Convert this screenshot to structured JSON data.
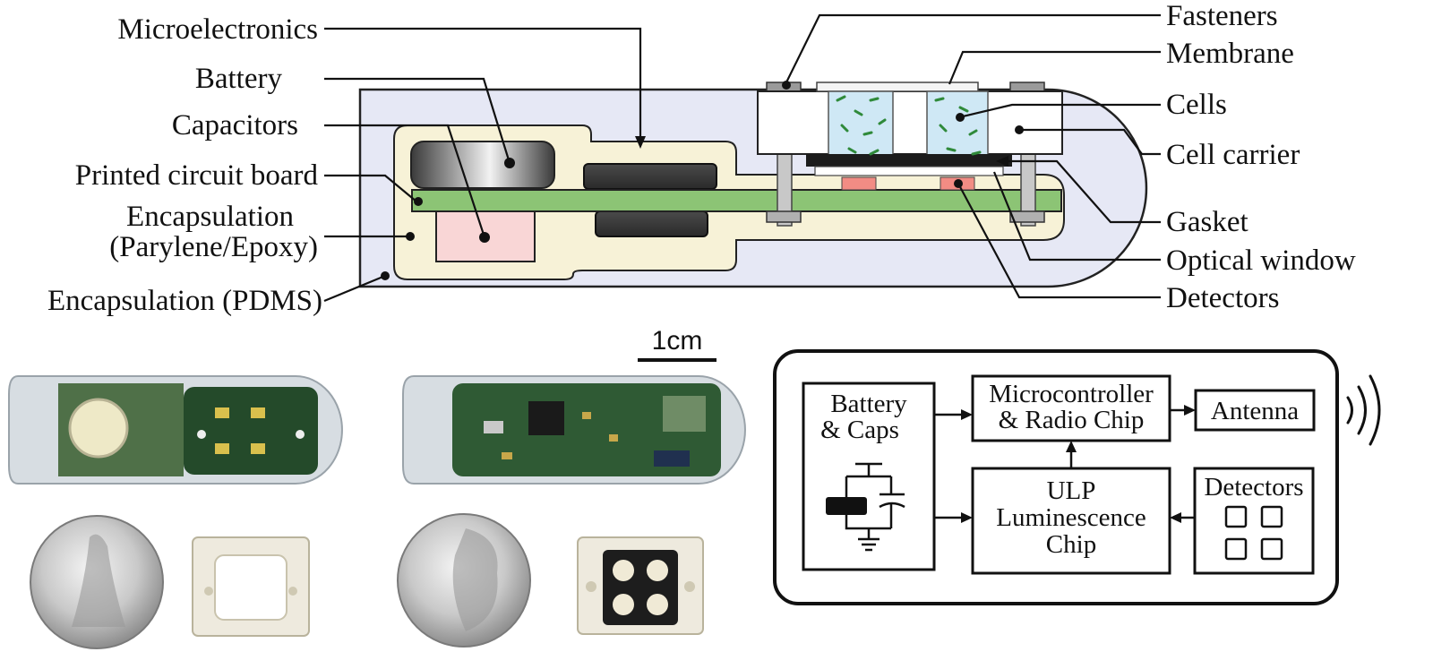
{
  "cross_section": {
    "labels_left": {
      "microelectronics": "Microelectronics",
      "battery": "Battery",
      "capacitors": "Capacitors",
      "pcb": "Printed circuit board",
      "encapsulation_inner_1": "Encapsulation",
      "encapsulation_inner_2": "(Parylene/Epoxy)",
      "encapsulation_outer": "Encapsulation (PDMS)"
    },
    "labels_right": {
      "fasteners": "Fasteners",
      "membrane": "Membrane",
      "cells": "Cells",
      "cell_carrier": "Cell carrier",
      "gasket": "Gasket",
      "optical_window": "Optical window",
      "detectors": "Detectors"
    },
    "colors": {
      "pdms": "#e6e8f5",
      "epoxy": "#f7f2d7",
      "pcb": "#8cc475",
      "capacitor": "#f9d6d6",
      "detector": "#f28c84",
      "cells_fill": "#cfe8f5",
      "cell": "#2f8a3a"
    }
  },
  "scale_bar": {
    "label": "1cm"
  },
  "photos": {
    "device_1": "device photo, top view",
    "device_2": "device photo, side view"
  },
  "block_diagram": {
    "battery_line1": "Battery",
    "battery_line2": "& Caps",
    "micro_line1": "Microcontroller",
    "micro_line2": "& Radio Chip",
    "antenna": "Antenna",
    "ulp_line1": "ULP",
    "ulp_line2": "Luminescence",
    "ulp_line3": "Chip",
    "detectors": "Detectors"
  }
}
